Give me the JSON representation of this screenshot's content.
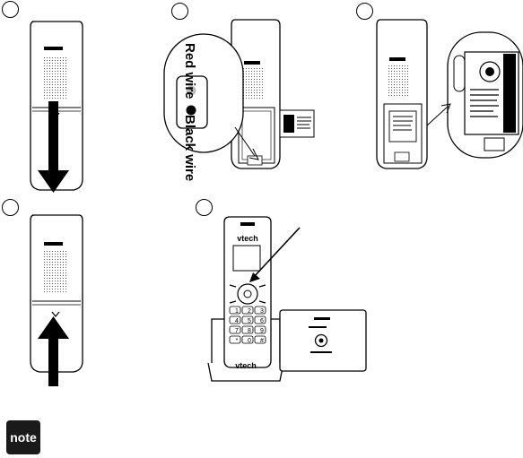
{
  "labels": {
    "red_wire": "Red wire",
    "black_wire": "Black wire",
    "handset_brand": "vtech",
    "base_brand": "vtech",
    "note": "note"
  },
  "keypad": {
    "keys": [
      "1",
      "2",
      "3",
      "4",
      "5",
      "6",
      "7",
      "8",
      "9",
      "*",
      "0",
      "#"
    ]
  }
}
